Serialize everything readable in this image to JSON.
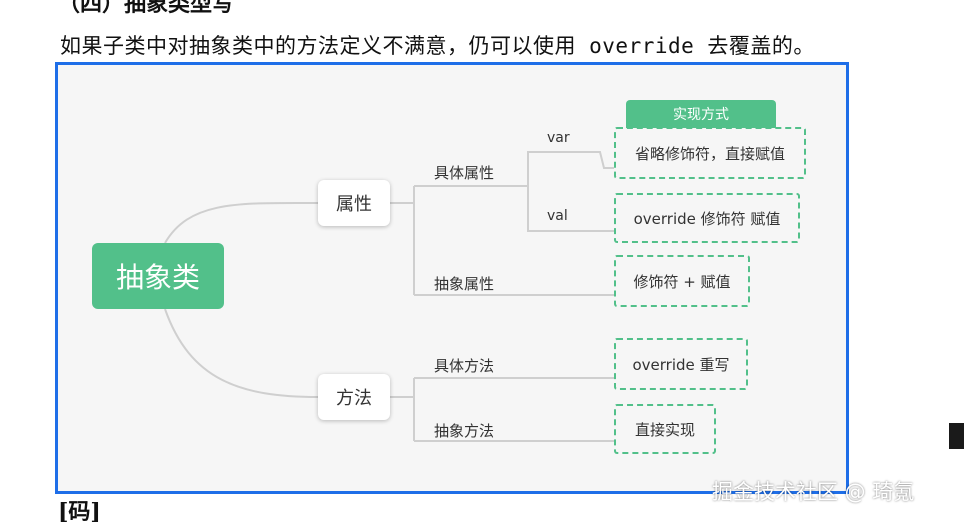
{
  "document": {
    "top_heading": "（四）抽象类型写",
    "paragraph": "如果子类中对抽象类中的方法定义不满意，仍可以使用 override 去覆盖的。",
    "bottom_heading": "[码]",
    "watermark": "掘金技术社区 @ 琦氪"
  },
  "diagram": {
    "root": "抽象类",
    "header": "实现方式",
    "property": {
      "label": "属性",
      "concrete": {
        "label": "具体属性",
        "var": {
          "key": "var",
          "impl": "省略修饰符，直接赋值"
        },
        "val": {
          "key": "val",
          "impl": "override 修饰符 赋值"
        }
      },
      "abstract": {
        "label": "抽象属性",
        "impl": "修饰符 + 赋值"
      }
    },
    "method": {
      "label": "方法",
      "concrete": {
        "label": "具体方法",
        "impl": "override 重写"
      },
      "abstract": {
        "label": "抽象方法",
        "impl": "直接实现"
      }
    }
  }
}
